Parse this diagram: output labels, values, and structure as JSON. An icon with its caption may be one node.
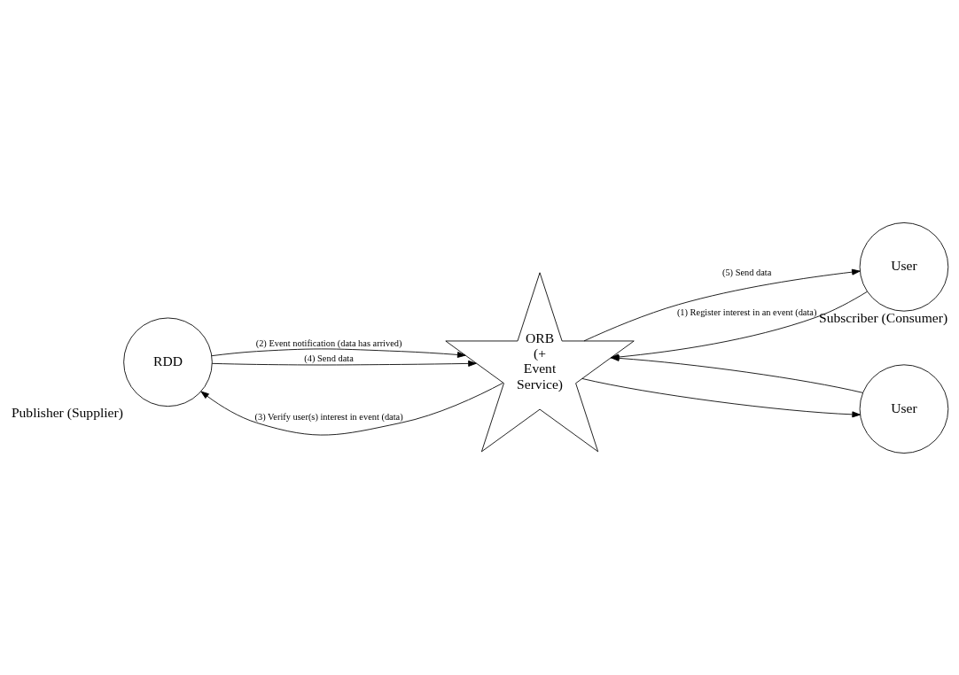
{
  "diagram": {
    "nodes": [
      {
        "text": [
          "RDD"
        ],
        "beside": [
          "Publisher (Supplier)"
        ]
      },
      {
        "text": [
          "ORB (+ Event Service)"
        ]
      },
      {
        "text": [
          "User"
        ],
        "beside": [
          "Subscriber (Consumer)"
        ]
      },
      {
        "text": [
          "User"
        ]
      }
    ],
    "edges": [
      {
        "from": 2,
        "to": 1,
        "arrow": "to",
        "label": "(1) Register interest in an event (data)"
      },
      {
        "from": 0,
        "to": 1,
        "arrow": "to",
        "label": "(2) Event notification (data has arrived)"
      },
      {
        "from": 1,
        "to": 0,
        "arrow": "to",
        "label": "(3) Verify user(s) interest in event (data)"
      },
      {
        "from": 0,
        "to": 1,
        "arrow": "to",
        "label": "(4) Send data"
      },
      {
        "from": 1,
        "to": 2,
        "arrow": "to",
        "label": "(5) Send data"
      },
      {
        "from": 3,
        "to": 1,
        "arrow": "to"
      },
      {
        "from": 1,
        "to": 3,
        "arrow": "to"
      }
    ]
  }
}
